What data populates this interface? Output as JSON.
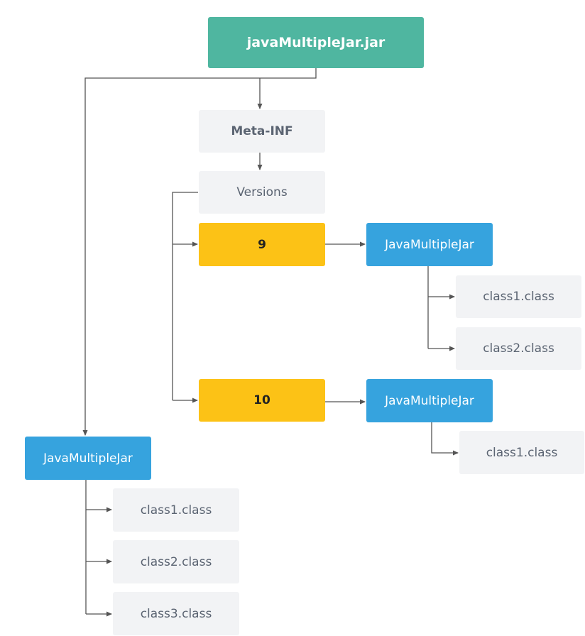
{
  "root": {
    "label": "javaMultipleJar.jar"
  },
  "meta_inf": {
    "label": "Meta-INF"
  },
  "versions": {
    "label": "Versions"
  },
  "version_9": {
    "label": "9",
    "package": "JavaMultipleJar",
    "classes": [
      "class1.class",
      "class2.class"
    ]
  },
  "version_10": {
    "label": "10",
    "package": "JavaMultipleJar",
    "classes": [
      "class1.class"
    ]
  },
  "base": {
    "package": "JavaMultipleJar",
    "classes": [
      "class1.class",
      "class2.class",
      "class3.class"
    ]
  },
  "colors": {
    "root": "#4fb6a0",
    "folder": "#f2f3f5",
    "version": "#fcc216",
    "package": "#36a3de",
    "connector": "#555555"
  }
}
